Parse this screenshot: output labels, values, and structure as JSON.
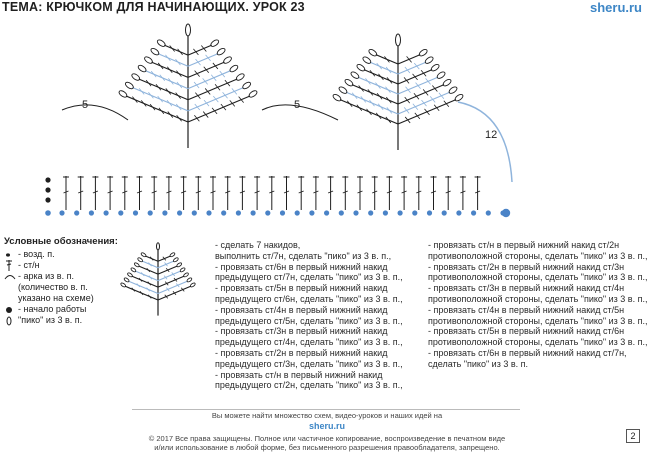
{
  "header": {
    "title": "ТЕМА: КРЮЧКОМ ДЛЯ НАЧИНАЮЩИХ. УРОК 23",
    "brand": "sheru.ru"
  },
  "diagram": {
    "labels": [
      "5",
      "5",
      "12"
    ],
    "colors": {
      "dark": "#1f1f1f",
      "blue": "#8fb4dc",
      "dot": "#4a83c7"
    }
  },
  "legend": {
    "title": "Условные обозначения:",
    "items": [
      {
        "icon": "dot-chain-icon",
        "text": "- возд. п."
      },
      {
        "icon": "double-crochet-icon",
        "text": "- ст/н"
      },
      {
        "icon": "arch-icon",
        "text": "- арка из в. п. (количество в. п. указано на схеме)"
      },
      {
        "icon": "start-dot-icon",
        "text": "- начало работы"
      },
      {
        "icon": "picot-icon",
        "text": "\"пико\" из 3 в. п."
      }
    ]
  },
  "instructions": {
    "col1": [
      "- сделать 7 накидов,",
      "выполнить ст/7н, сделать \"пико\" из 3 в. п.,",
      "- провязать ст/6н в первый нижний накид",
      "предыдущего ст/7н, сделать \"пико\" из 3 в. п.,",
      "- провязать ст/5н в первый нижний накид",
      "предыдущего ст/6н, сделать \"пико\" из 3 в. п.,",
      "- провязать ст/4н в первый нижний накид",
      "предыдущего ст/5н, сделать \"пико\" из 3 в. п.,",
      "- провязать ст/3н в первый нижний накид",
      "предыдущего ст/4н, сделать \"пико\" из 3 в. п.,",
      "- провязать ст/2н в первый нижний накид",
      "предыдущего ст/3н, сделать \"пико\" из 3 в. п.,",
      "- провязать ст/н в первый нижний накид",
      "предыдущего ст/2н, сделать \"пико\" из 3 в. п.,"
    ],
    "col2": [
      "- провязать ст/н в первый нижний накид ст/2н",
      "противоположной стороны, сделать \"пико\" из 3 в. п.,",
      "- провязать ст/2н в первый нижний накид ст/3н",
      "противоположной стороны, сделать \"пико\" из 3 в. п.,",
      "- провязать ст/3н в первый нижний накид ст/4н",
      "противоположной стороны, сделать \"пико\" из 3 в. п.,",
      "- провязать ст/4н в первый нижний накид ст/5н",
      "противоположной стороны, сделать \"пико\" из 3 в. п.,",
      "- провязать ст/5н в первый нижний накид ст/6н",
      "противоположной стороны, сделать \"пико\" из 3 в. п.,",
      "- провязать ст/6н в первый нижний накид ст/7н,",
      "сделать \"пико\" из 3 в. п."
    ]
  },
  "footer": {
    "line1": "Вы можете найти множество схем, видео-уроков и наших идей на",
    "link": "sheru.ru",
    "line2": "© 2017 Все права защищены. Полное или частичное копирование, воспроизведение в печатном виде",
    "line3": "и/или использование в любой форме, без письменного разрешения правообладателя, запрещено.",
    "page_number": "2"
  }
}
